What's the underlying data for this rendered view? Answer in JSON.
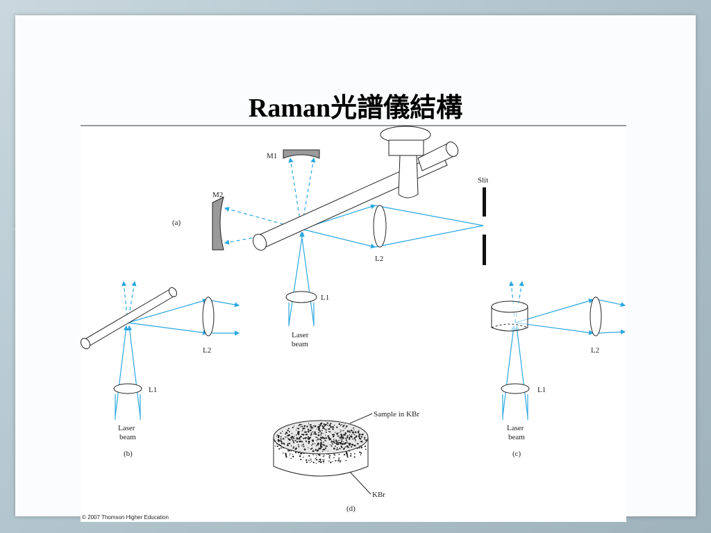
{
  "slide": {
    "title": "Raman光譜儀結構",
    "copyright": "© 2007 Thomson Higher Education"
  },
  "figure": {
    "labels": {
      "m1": "M1",
      "m2": "M2",
      "slit": "Slit",
      "part_a": "(a)",
      "l2_a": "L2",
      "l1_a": "L1",
      "laser_a_1": "Laser",
      "laser_a_2": "beam",
      "l2_b": "L2",
      "l1_b": "L1",
      "laser_b_1": "Laser",
      "laser_b_2": "beam",
      "part_b": "(b)",
      "l2_c": "L2",
      "l1_c": "L1",
      "laser_c_1": "Laser",
      "laser_c_2": "beam",
      "part_c": "(c)",
      "sample": "Sample in KBr",
      "kbr": "KBr",
      "part_d": "(d)"
    },
    "colors": {
      "beam": "#2aa7e0",
      "outline": "#222222",
      "mirror_fill": "#9a9a9a"
    }
  }
}
